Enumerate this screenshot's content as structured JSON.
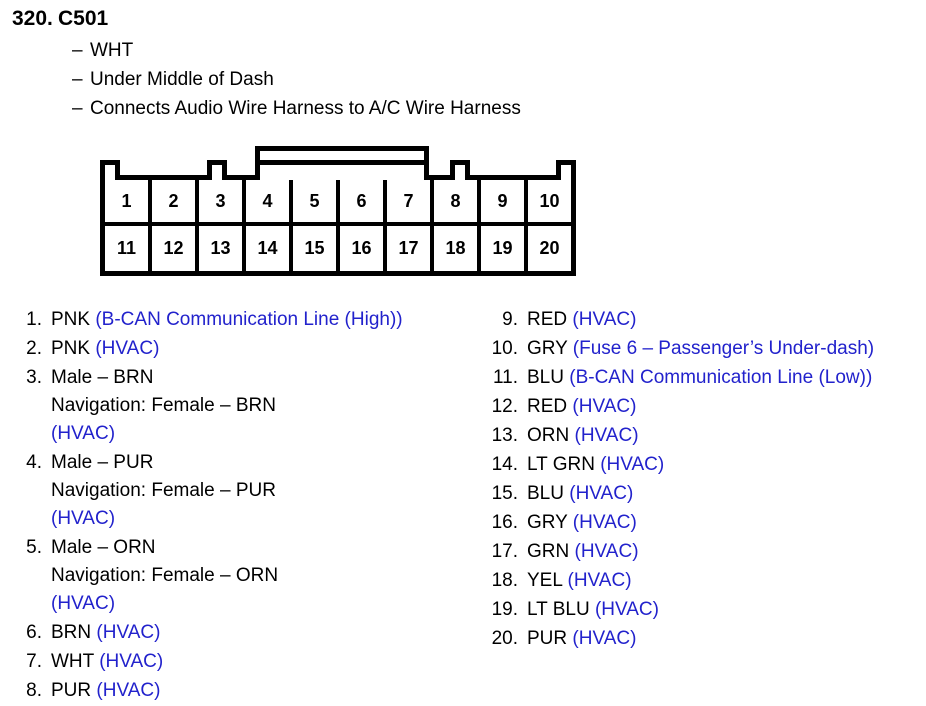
{
  "header": {
    "number": "320.",
    "connector_id": "C501",
    "details": [
      {
        "dash": "–",
        "text": "WHT"
      },
      {
        "dash": "–",
        "text": "Under Middle of Dash"
      },
      {
        "dash": "–",
        "text": "Connects Audio Wire Harness to A/C Wire Harness"
      }
    ]
  },
  "connector": {
    "name": "20-pin-connector",
    "top_row_pins": [
      "1",
      "2",
      "3",
      "4",
      "5",
      "6",
      "7",
      "8",
      "9",
      "10"
    ],
    "bottom_row_pins": [
      "11",
      "12",
      "13",
      "14",
      "15",
      "16",
      "17",
      "18",
      "19",
      "20"
    ]
  },
  "colors": {
    "note_blue": "#2222CC",
    "text_black": "#000000",
    "background": "#FFFFFF"
  },
  "pins_left": [
    {
      "index": "1.",
      "lines": [
        {
          "text": "PNK ",
          "note": "(B-CAN Communication Line (High))"
        }
      ]
    },
    {
      "index": "2.",
      "lines": [
        {
          "text": "PNK ",
          "note": "(HVAC)"
        }
      ]
    },
    {
      "index": "3.",
      "lines": [
        {
          "text": "Male – BRN",
          "note": ""
        },
        {
          "text": "Navigation: Female – BRN",
          "note": ""
        },
        {
          "text": "",
          "note": "(HVAC)"
        }
      ]
    },
    {
      "index": "4.",
      "lines": [
        {
          "text": "Male – PUR",
          "note": ""
        },
        {
          "text": "Navigation: Female – PUR",
          "note": ""
        },
        {
          "text": "",
          "note": "(HVAC)"
        }
      ]
    },
    {
      "index": "5.",
      "lines": [
        {
          "text": "Male – ORN",
          "note": ""
        },
        {
          "text": "Navigation: Female – ORN",
          "note": ""
        },
        {
          "text": "",
          "note": "(HVAC)"
        }
      ]
    },
    {
      "index": "6.",
      "lines": [
        {
          "text": "BRN ",
          "note": "(HVAC)"
        }
      ]
    },
    {
      "index": "7.",
      "lines": [
        {
          "text": "WHT ",
          "note": "(HVAC)"
        }
      ]
    },
    {
      "index": "8.",
      "lines": [
        {
          "text": "PUR ",
          "note": "(HVAC)"
        }
      ]
    }
  ],
  "pins_right": [
    {
      "index": "9.",
      "lines": [
        {
          "text": "RED ",
          "note": "(HVAC)"
        }
      ]
    },
    {
      "index": "10.",
      "lines": [
        {
          "text": "GRY ",
          "note": "(Fuse 6 – Passenger’s Under-dash)"
        }
      ]
    },
    {
      "index": "11.",
      "lines": [
        {
          "text": "BLU ",
          "note": "(B-CAN Communication Line (Low))"
        }
      ]
    },
    {
      "index": "12.",
      "lines": [
        {
          "text": "RED ",
          "note": "(HVAC)"
        }
      ]
    },
    {
      "index": "13.",
      "lines": [
        {
          "text": "ORN ",
          "note": "(HVAC)"
        }
      ]
    },
    {
      "index": "14.",
      "lines": [
        {
          "text": "LT GRN ",
          "note": "(HVAC)"
        }
      ]
    },
    {
      "index": "15.",
      "lines": [
        {
          "text": "BLU ",
          "note": "(HVAC)"
        }
      ]
    },
    {
      "index": "16.",
      "lines": [
        {
          "text": "GRY ",
          "note": "(HVAC)"
        }
      ]
    },
    {
      "index": "17.",
      "lines": [
        {
          "text": "GRN ",
          "note": "(HVAC)"
        }
      ]
    },
    {
      "index": "18.",
      "lines": [
        {
          "text": "YEL ",
          "note": "(HVAC)"
        }
      ]
    },
    {
      "index": "19.",
      "lines": [
        {
          "text": "LT BLU ",
          "note": "(HVAC)"
        }
      ]
    },
    {
      "index": "20.",
      "lines": [
        {
          "text": "PUR ",
          "note": "(HVAC)"
        }
      ]
    }
  ]
}
